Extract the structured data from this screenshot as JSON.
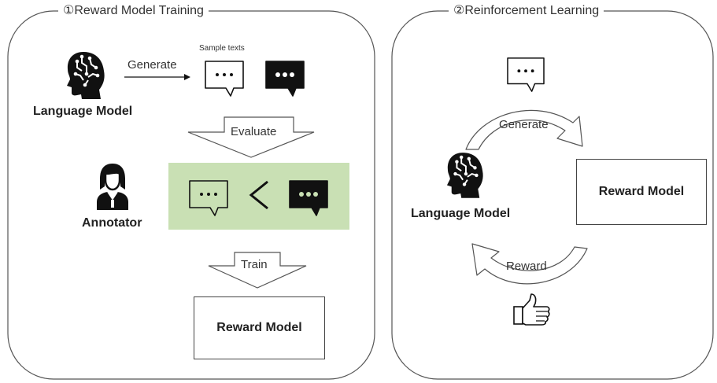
{
  "panel1": {
    "title": "①Reward Model Training",
    "language_model_label": "Language Model",
    "generate_label": "Generate",
    "sample_texts_label": "Sample texts",
    "evaluate_label": "Evaluate",
    "annotator_label": "Annotator",
    "train_label": "Train",
    "reward_model_label": "Reward Model"
  },
  "panel2": {
    "title": "②Reinforcement Learning",
    "generate_label": "Generate",
    "language_model_label": "Language Model",
    "reward_model_label": "Reward Model",
    "reward_label": "Reward"
  },
  "colors": {
    "comparison_bg": "#c9e0b4",
    "outline": "#555555"
  },
  "icons": [
    "brain-head-icon",
    "chat-bubble-icon",
    "annotator-icon",
    "less-than-icon",
    "thumbs-up-icon"
  ]
}
